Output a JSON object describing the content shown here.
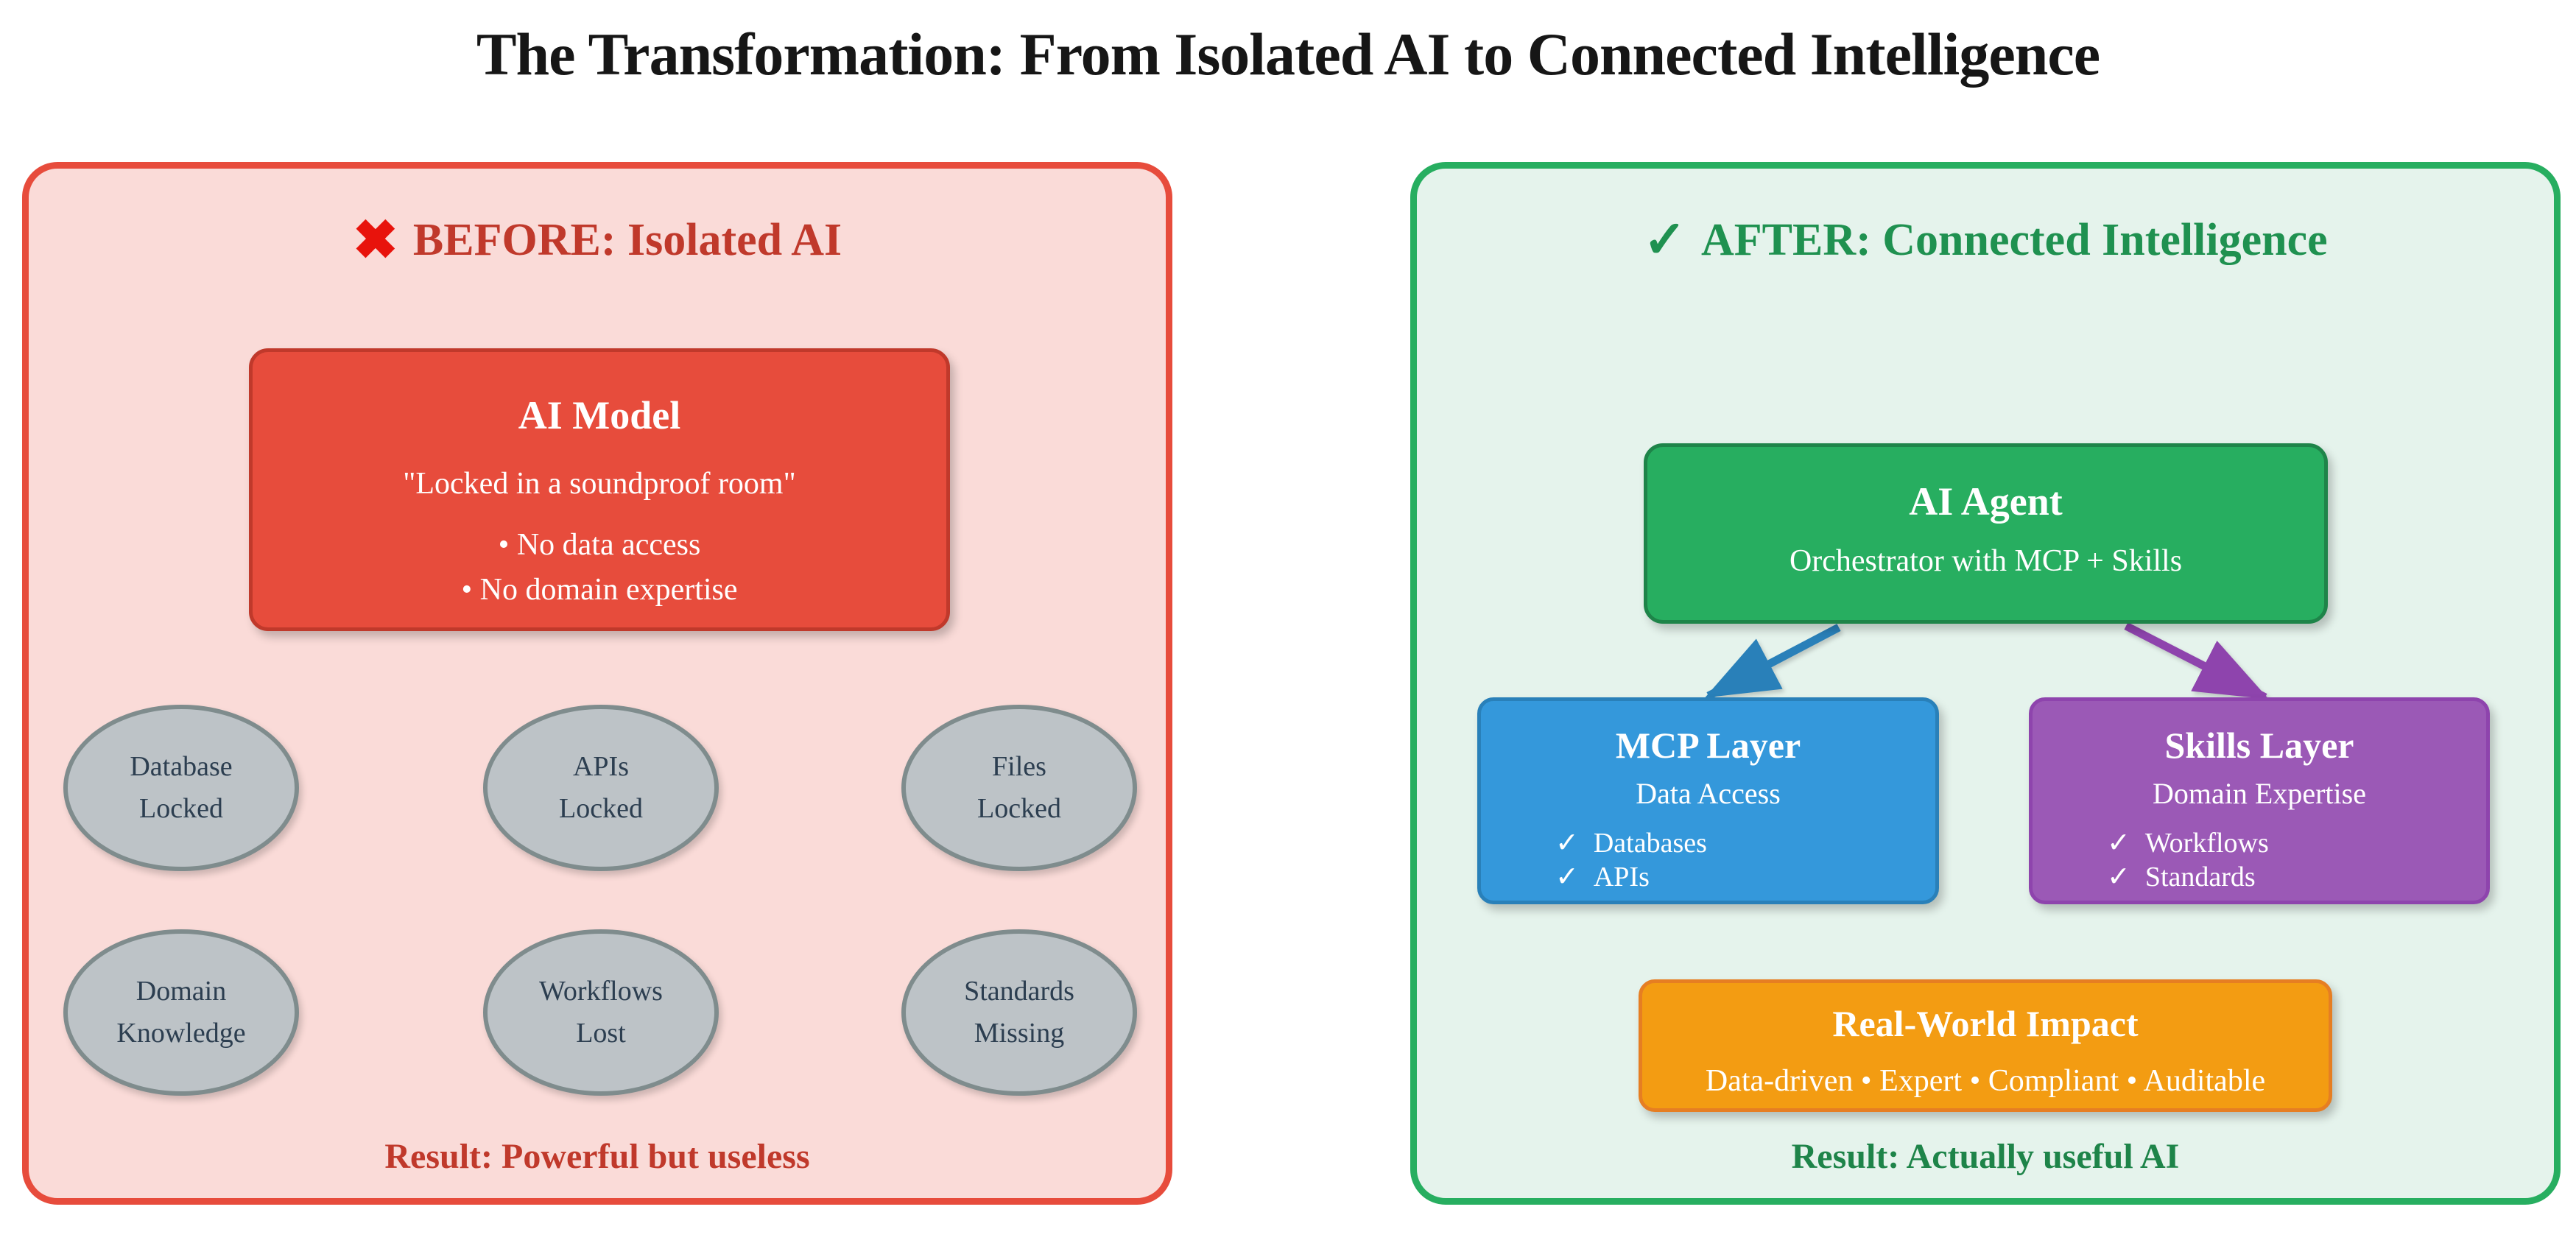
{
  "title": "The Transformation: From Isolated AI to Connected Intelligence",
  "before": {
    "icon": "✖",
    "header": "BEFORE: Isolated AI",
    "ai_model": {
      "title": "AI Model",
      "quote": "\"Locked in a soundproof room\"",
      "bullets": [
        "• No data access",
        "• No domain expertise"
      ]
    },
    "ellipses": [
      {
        "lines": [
          "Database",
          "Locked"
        ]
      },
      {
        "lines": [
          "APIs",
          "Locked"
        ]
      },
      {
        "lines": [
          "Files",
          "Locked"
        ]
      },
      {
        "lines": [
          "Domain",
          "Knowledge"
        ]
      },
      {
        "lines": [
          "Workflows",
          "Lost"
        ]
      },
      {
        "lines": [
          "Standards",
          "Missing"
        ]
      }
    ],
    "result": "Result: Powerful but useless"
  },
  "after": {
    "icon": "✓",
    "header": "AFTER: Connected Intelligence",
    "agent": {
      "title": "AI Agent",
      "subtitle": "Orchestrator with MCP + Skills"
    },
    "mcp": {
      "title": "MCP Layer",
      "subtitle": "Data Access",
      "items": [
        {
          "icon": "✓",
          "label": "Databases"
        },
        {
          "icon": "✓",
          "label": "APIs"
        }
      ]
    },
    "skills": {
      "title": "Skills Layer",
      "subtitle": "Domain Expertise",
      "items": [
        {
          "icon": "✓",
          "label": "Workflows"
        },
        {
          "icon": "✓",
          "label": "Standards"
        }
      ]
    },
    "impact": {
      "title": "Real-World Impact",
      "subtitle": "Data-driven • Expert • Compliant • Auditable"
    },
    "result": "Result: Actually useful AI"
  },
  "colors": {
    "title_text": "#161616",
    "before_panel_bg": "#fadbd8",
    "before_panel_border": "#e74c3c",
    "before_header_text": "#c0392b",
    "before_x_icon": "#e8130c",
    "ai_model_bg": "#e74c3c",
    "ai_model_border": "#c0392b",
    "ellipse_bg": "#bdc3c7",
    "ellipse_border": "#7f8c8d",
    "ellipse_text": "#2c3e50",
    "before_result_text": "#c0392b",
    "after_panel_bg": "#e5f3ec",
    "after_panel_border": "#27ae60",
    "after_header_text": "#1f9150",
    "agent_bg": "#27ae60",
    "agent_border": "#1e8449",
    "mcp_bg": "#3498db",
    "mcp_border": "#2980b9",
    "skills_bg": "#9b59b6",
    "skills_border": "#8e44ad",
    "impact_bg": "#f39c12",
    "impact_border": "#e67e22",
    "arrow_to_mcp": "#2980b9",
    "arrow_to_skills": "#8e44ad",
    "after_result_text": "#1e8449"
  }
}
